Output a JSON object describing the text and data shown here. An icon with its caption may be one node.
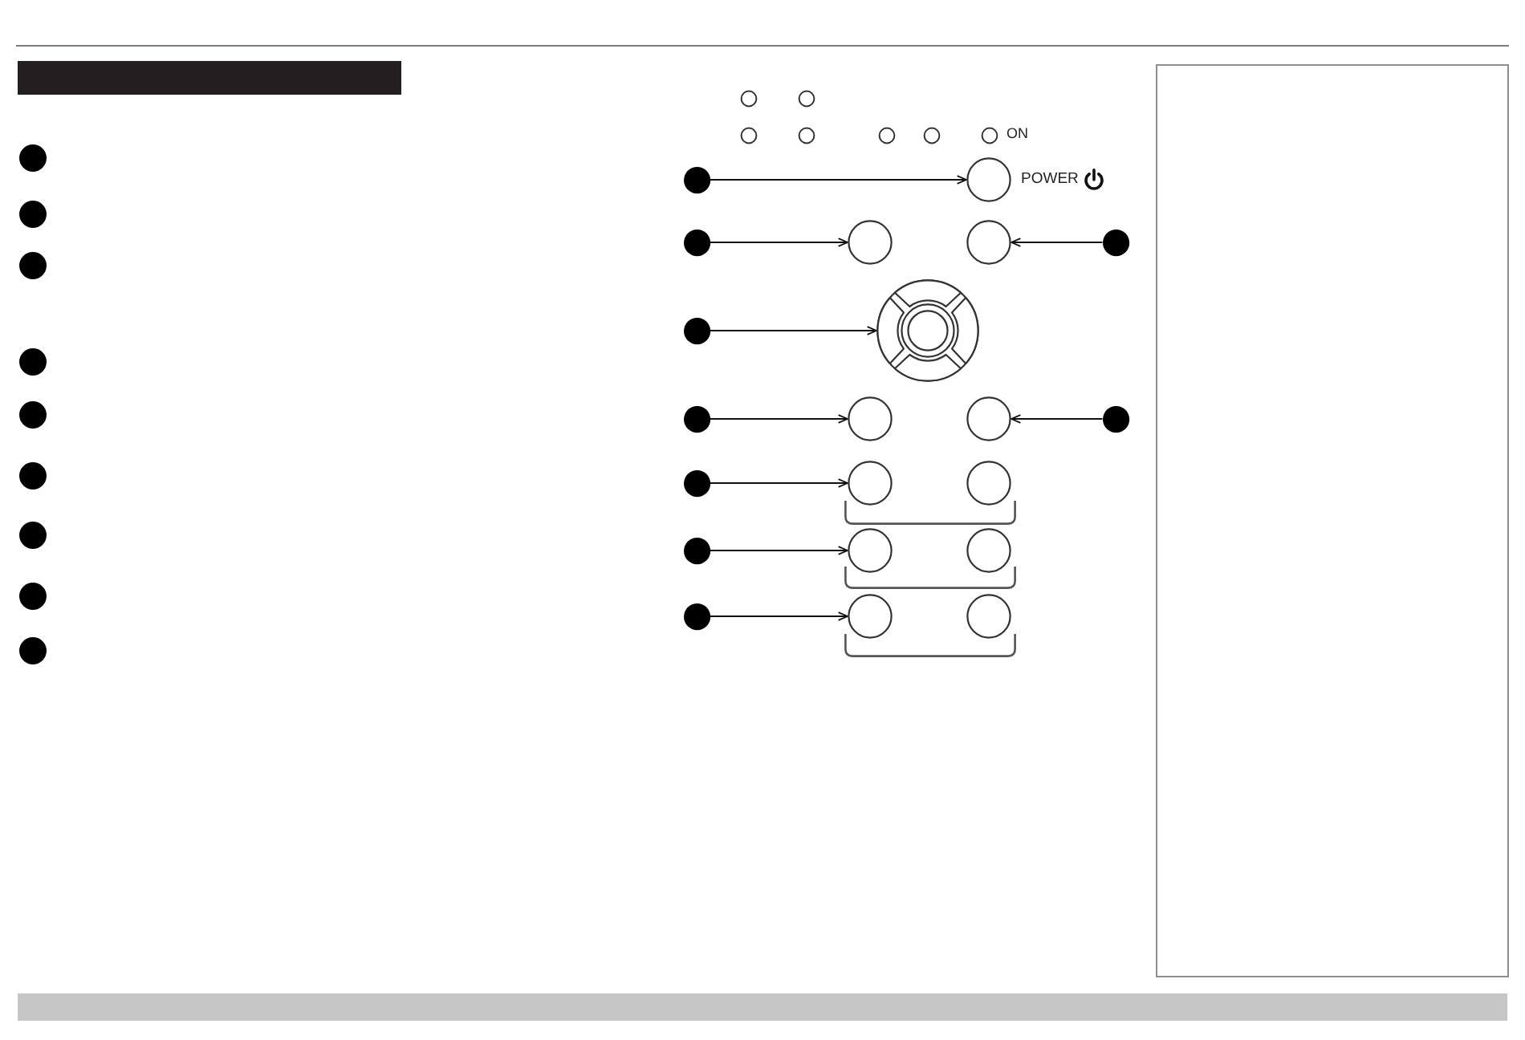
{
  "diagram": {
    "nodes": [
      {
        "text": [],
        "shape": "dot"
      },
      {
        "text": [],
        "shape": "dot"
      },
      {
        "text": [],
        "shape": "dot"
      },
      {
        "text": [],
        "shape": "dot"
      },
      {
        "text": [],
        "shape": "dot"
      },
      {
        "text": [],
        "shape": "dot"
      },
      {
        "text": [],
        "shape": "dot"
      },
      {
        "text": [],
        "shape": "dot"
      },
      {
        "text": [],
        "shape": "dot"
      },
      {
        "text": [],
        "shape": "dot"
      },
      {
        "text": [],
        "shape": "circle",
        "beside": [
          "POWER"
        ]
      },
      {
        "text": [],
        "shape": "dot"
      },
      {
        "text": [],
        "shape": "circle"
      },
      {
        "text": [],
        "shape": "circle"
      },
      {
        "text": [],
        "shape": "dot"
      },
      {
        "text": [],
        "shape": "dot"
      },
      {
        "text": [],
        "shape": "circle"
      },
      {
        "text": [],
        "shape": "dot"
      },
      {
        "text": [],
        "shape": "circle"
      },
      {
        "text": [],
        "shape": "circle"
      },
      {
        "text": [],
        "shape": "dot"
      },
      {
        "text": [],
        "shape": "dot"
      },
      {
        "text": [],
        "shape": "circle"
      },
      {
        "text": [],
        "shape": "circle"
      },
      {
        "text": [],
        "shape": "dot"
      },
      {
        "text": [],
        "shape": "circle"
      },
      {
        "text": [],
        "shape": "circle"
      },
      {
        "text": [],
        "shape": "dot"
      },
      {
        "text": [],
        "shape": "circle"
      },
      {
        "text": [],
        "shape": "circle"
      }
    ],
    "edges": [
      {
        "from": 9,
        "to": 10,
        "arrow": "to"
      },
      {
        "from": 11,
        "to": 12,
        "arrow": "to"
      },
      {
        "from": 14,
        "to": 13,
        "arrow": "to"
      },
      {
        "from": 15,
        "to": 16,
        "arrow": "to"
      },
      {
        "from": 17,
        "to": 18,
        "arrow": "to"
      },
      {
        "from": 20,
        "to": 19,
        "arrow": "to"
      },
      {
        "from": 21,
        "to": 22,
        "arrow": "to"
      },
      {
        "from": 24,
        "to": 25,
        "arrow": "to"
      },
      {
        "from": 27,
        "to": 28,
        "arrow": "to"
      }
    ],
    "labels": [
      "ON"
    ]
  }
}
